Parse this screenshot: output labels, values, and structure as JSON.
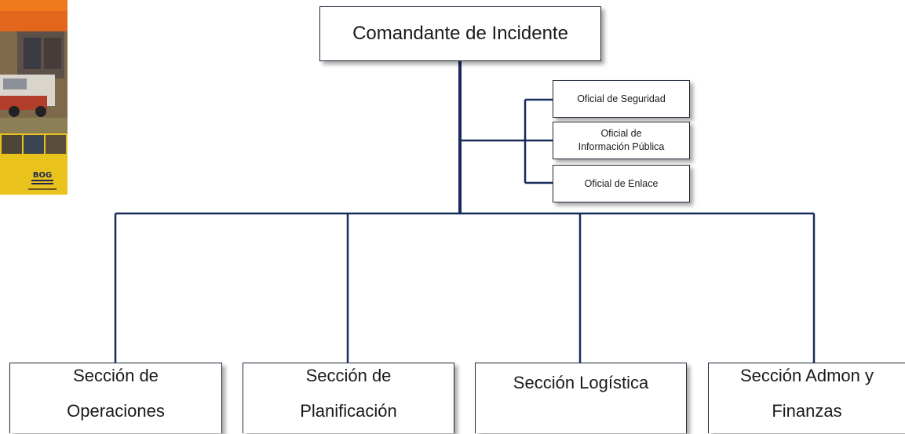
{
  "diagram": {
    "top": "Comandante de Incidente",
    "staff": {
      "safety": "Oficial de Seguridad",
      "info_line1": "Oficial de",
      "info_line2": "Información Pública",
      "liaison": "Oficial de Enlace"
    },
    "sections": {
      "operations_line1": "Sección de",
      "operations_line2": "Operaciones",
      "planning_line1": "Sección de",
      "planning_line2": "Planificación",
      "logistics": "Sección Logística",
      "finance_line1": "Sección Admon y",
      "finance_line2": "Finanzas"
    }
  },
  "photo": {
    "logo_text": "BOG"
  },
  "colors": {
    "connector": "#172b5c",
    "box_border": "#1f2a3a"
  }
}
